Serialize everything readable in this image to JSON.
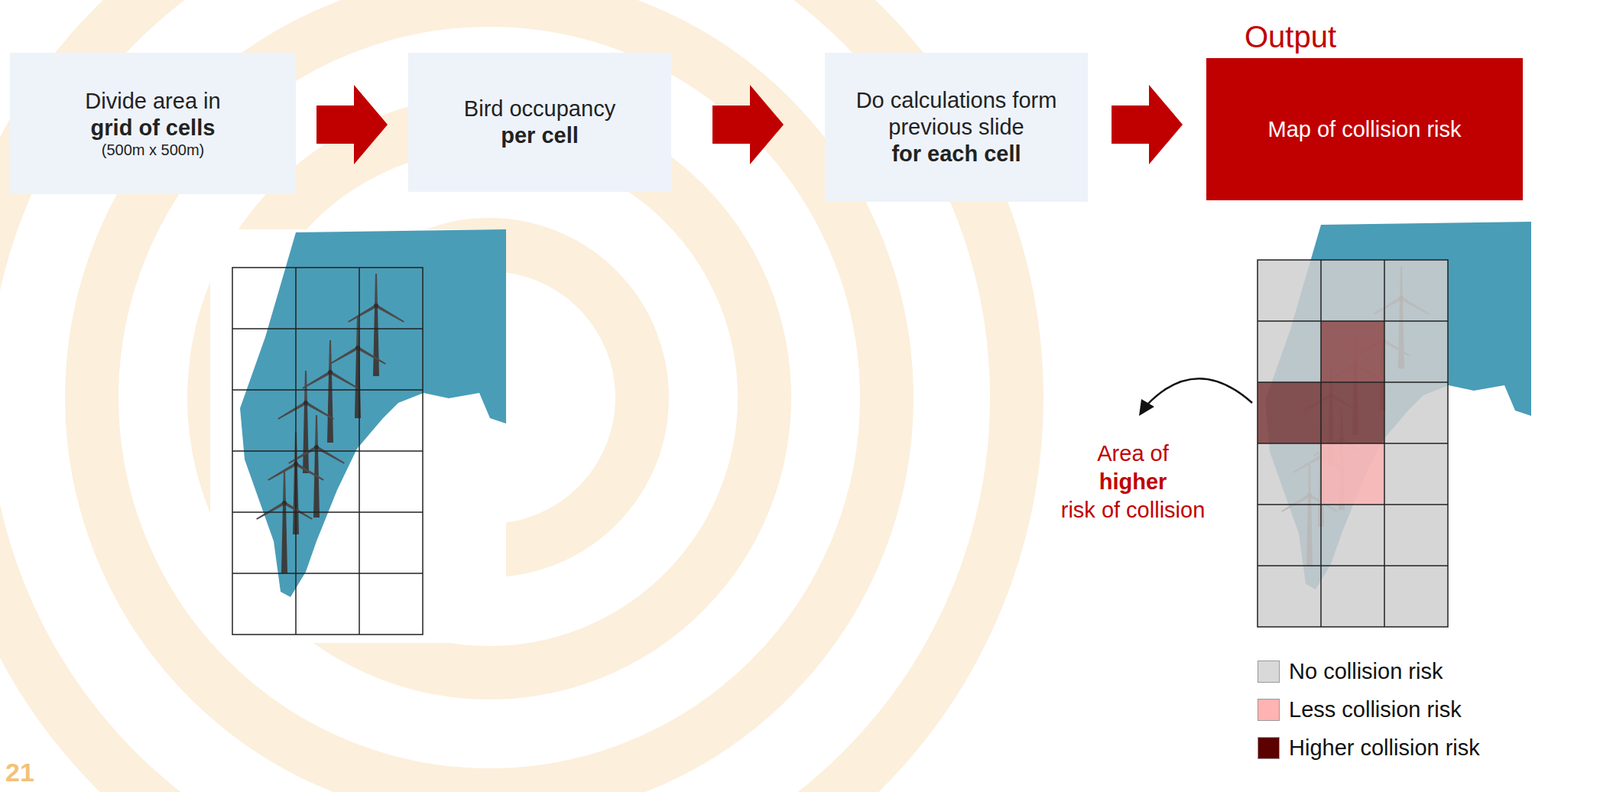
{
  "diagram": {
    "nodes": [
      {
        "text": [
          "Divide area in",
          "grid of cells",
          "(500m x 500m)"
        ]
      },
      {
        "text": [
          "Bird occupancy",
          "per cell"
        ]
      },
      {
        "text": [
          "Do calculations form previous slide",
          "for each cell"
        ]
      },
      {
        "text": [
          "Output",
          "Map of collision risk"
        ]
      }
    ],
    "edges": [
      {
        "from": 0,
        "to": 1,
        "arrow": "to"
      },
      {
        "from": 1,
        "to": 2,
        "arrow": "to"
      },
      {
        "from": 2,
        "to": 3,
        "arrow": "to"
      }
    ],
    "labels": [
      "Area of",
      "higher",
      "risk of collision",
      "21"
    ],
    "legend": [
      {
        "text": "No collision risk",
        "color": "#d9d9d9"
      },
      {
        "text": "Less collision risk",
        "color": "#ffb3b3"
      },
      {
        "text": "Higher collision risk",
        "color": "#5c0000"
      }
    ]
  }
}
